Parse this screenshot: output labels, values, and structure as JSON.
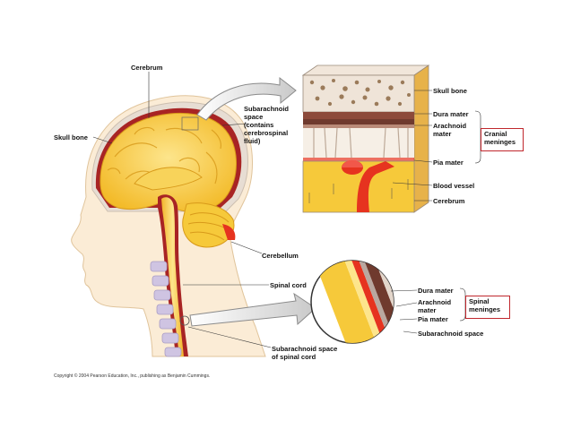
{
  "labels": {
    "cerebrum": "Cerebrum",
    "skull_bone_left": "Skull bone",
    "subarachnoid_space": "Subarachnoid\nspace\n(contains\ncerebrospinal\nfluid)",
    "skull_bone_right": "Skull bone",
    "dura_mater_top": "Dura mater",
    "arachnoid_mater_top": "Arachnoid\nmater",
    "cranial_meninges": "Cranial\nmeninges",
    "pia_mater_top": "Pia mater",
    "blood_vessel": "Blood vessel",
    "cerebrum_right": "Cerebrum",
    "cerebellum": "Cerebellum",
    "spinal_cord": "Spinal cord",
    "dura_mater_bottom": "Dura mater",
    "arachnoid_mater_bottom": "Arachnoid\nmater",
    "spinal_meninges": "Spinal\nmeninges",
    "pia_mater_bottom": "Pia mater",
    "subarachnoid_space_bottom": "Subarachnoid space",
    "subarachnoid_space_spinal": "Subarachnoid space\nof spinal cord"
  },
  "copyright": "Copyright © 2004 Pearson Education, Inc., publishing as Benjamin Cummings.",
  "colors": {
    "skin": "#fbecd6",
    "skin_outline": "#e7c9a1",
    "brain": "#f6c93a",
    "brain_light": "#fbe38a",
    "dura": "#a82424",
    "bone": "#e9dcd0",
    "vertebra": "#cfc4e2",
    "accent_box": "#c0272d",
    "blood": "#e6331f"
  }
}
